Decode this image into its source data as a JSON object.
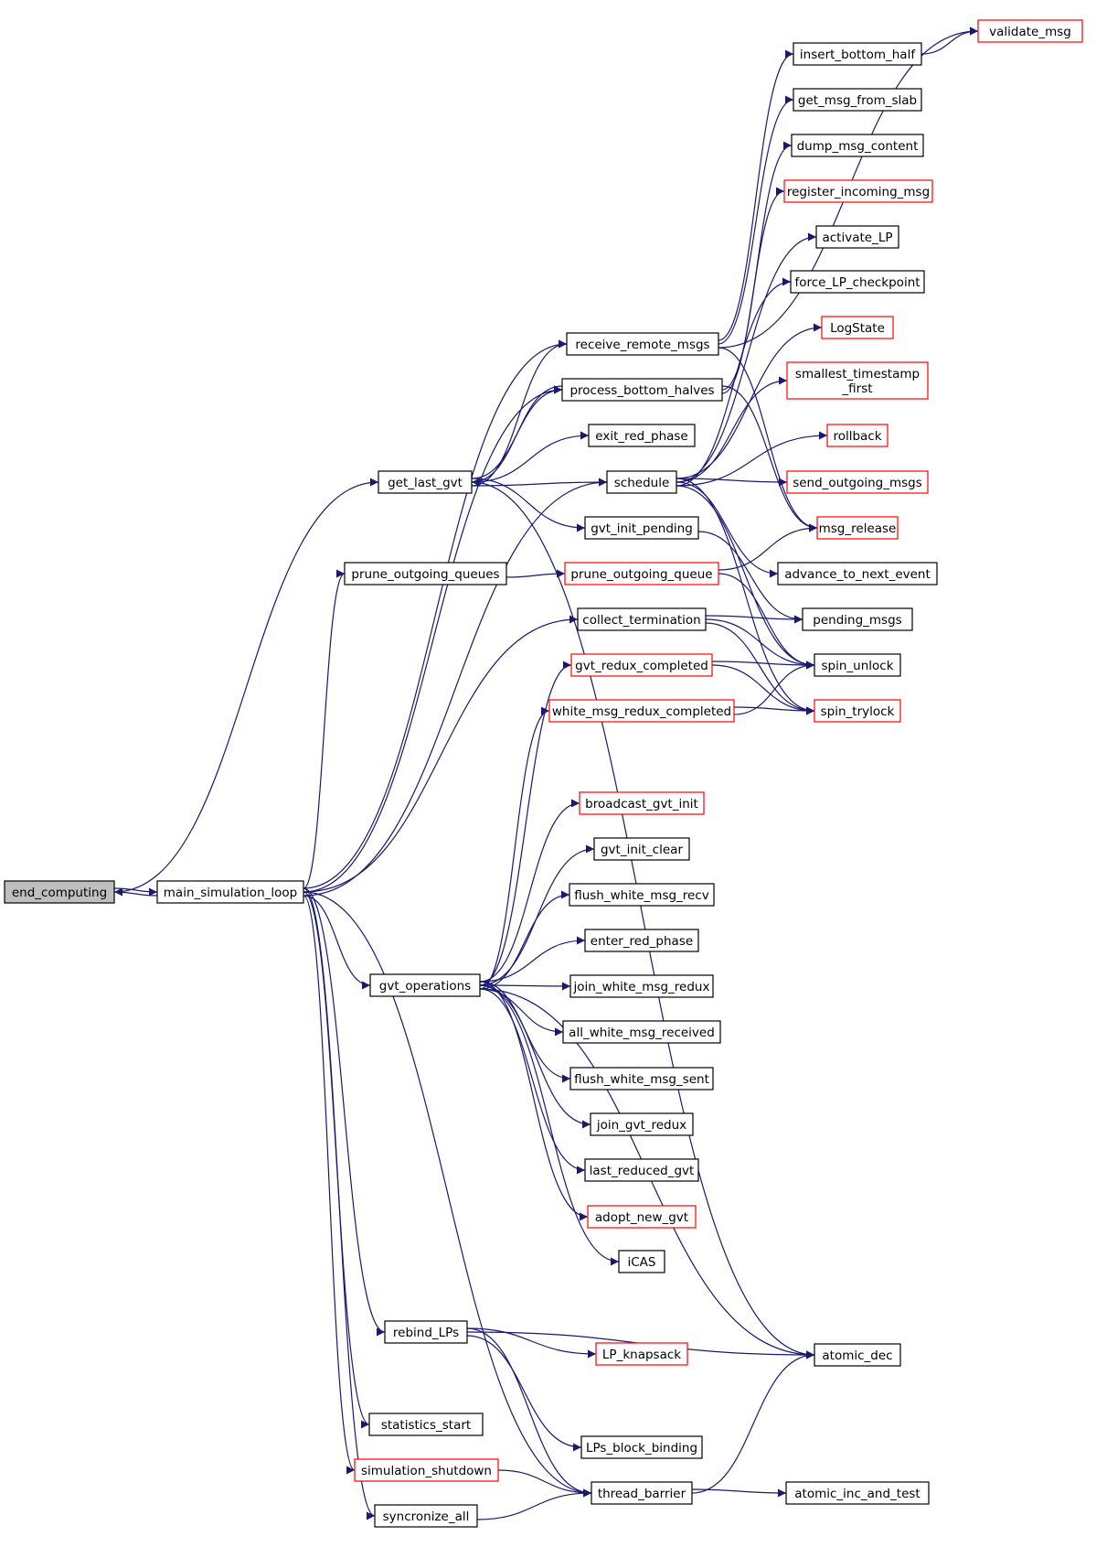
{
  "colors": {
    "edge": "#191970",
    "node_border_default": "#000000",
    "node_border_incomplete": "#ff0000",
    "node_fill_root": "#bfbfbf",
    "node_fill_default": "#ffffff"
  },
  "nodes": [
    {
      "id": "end_computing",
      "label": "end_computing",
      "style": "root"
    },
    {
      "id": "main_simulation_loop",
      "label": "main_simulation_loop",
      "style": "default"
    },
    {
      "id": "get_last_gvt",
      "label": "get_last_gvt",
      "style": "default"
    },
    {
      "id": "prune_outgoing_queues",
      "label": "prune_outgoing_queues",
      "style": "default"
    },
    {
      "id": "gvt_operations",
      "label": "gvt_operations",
      "style": "default"
    },
    {
      "id": "rebind_LPs",
      "label": "rebind_LPs",
      "style": "default"
    },
    {
      "id": "statistics_start",
      "label": "statistics_start",
      "style": "default"
    },
    {
      "id": "simulation_shutdown",
      "label": "simulation_shutdown",
      "style": "incomplete"
    },
    {
      "id": "syncronize_all",
      "label": "syncronize_all",
      "style": "default"
    },
    {
      "id": "receive_remote_msgs",
      "label": "receive_remote_msgs",
      "style": "default"
    },
    {
      "id": "process_bottom_halves",
      "label": "process_bottom_halves",
      "style": "default"
    },
    {
      "id": "exit_red_phase",
      "label": "exit_red_phase",
      "style": "default"
    },
    {
      "id": "schedule",
      "label": "schedule",
      "style": "default"
    },
    {
      "id": "gvt_init_pending",
      "label": "gvt_init_pending",
      "style": "default"
    },
    {
      "id": "prune_outgoing_queue",
      "label": "prune_outgoing_queue",
      "style": "incomplete"
    },
    {
      "id": "collect_termination",
      "label": "collect_termination",
      "style": "default"
    },
    {
      "id": "gvt_redux_completed",
      "label": "gvt_redux_completed",
      "style": "incomplete"
    },
    {
      "id": "white_msg_redux_completed",
      "label": "white_msg_redux_completed",
      "style": "incomplete"
    },
    {
      "id": "broadcast_gvt_init",
      "label": "broadcast_gvt_init",
      "style": "incomplete"
    },
    {
      "id": "gvt_init_clear",
      "label": "gvt_init_clear",
      "style": "default"
    },
    {
      "id": "flush_white_msg_recv",
      "label": "flush_white_msg_recv",
      "style": "default"
    },
    {
      "id": "enter_red_phase",
      "label": "enter_red_phase",
      "style": "default"
    },
    {
      "id": "join_white_msg_redux",
      "label": "join_white_msg_redux",
      "style": "default"
    },
    {
      "id": "all_white_msg_received",
      "label": "all_white_msg_received",
      "style": "default"
    },
    {
      "id": "flush_white_msg_sent",
      "label": "flush_white_msg_sent",
      "style": "default"
    },
    {
      "id": "join_gvt_redux",
      "label": "join_gvt_redux",
      "style": "default"
    },
    {
      "id": "last_reduced_gvt",
      "label": "last_reduced_gvt",
      "style": "default"
    },
    {
      "id": "adopt_new_gvt",
      "label": "adopt_new_gvt",
      "style": "incomplete"
    },
    {
      "id": "iCAS",
      "label": "iCAS",
      "style": "default"
    },
    {
      "id": "LP_knapsack",
      "label": "LP_knapsack",
      "style": "incomplete"
    },
    {
      "id": "LPs_block_binding",
      "label": "LPs_block_binding",
      "style": "default"
    },
    {
      "id": "thread_barrier",
      "label": "thread_barrier",
      "style": "default"
    },
    {
      "id": "validate_msg",
      "label": "validate_msg",
      "style": "incomplete"
    },
    {
      "id": "insert_bottom_half",
      "label": "insert_bottom_half",
      "style": "default"
    },
    {
      "id": "get_msg_from_slab",
      "label": "get_msg_from_slab",
      "style": "default"
    },
    {
      "id": "dump_msg_content",
      "label": "dump_msg_content",
      "style": "default"
    },
    {
      "id": "register_incoming_msg",
      "label": "register_incoming_msg",
      "style": "incomplete"
    },
    {
      "id": "activate_LP",
      "label": "activate_LP",
      "style": "default"
    },
    {
      "id": "force_LP_checkpoint",
      "label": "force_LP_checkpoint",
      "style": "default"
    },
    {
      "id": "LogState",
      "label": "LogState",
      "style": "incomplete"
    },
    {
      "id": "smallest_timestamp_first",
      "label": [
        "smallest_timestamp",
        "_first"
      ],
      "style": "incomplete"
    },
    {
      "id": "rollback",
      "label": "rollback",
      "style": "incomplete"
    },
    {
      "id": "send_outgoing_msgs",
      "label": "send_outgoing_msgs",
      "style": "incomplete"
    },
    {
      "id": "msg_release",
      "label": "msg_release",
      "style": "incomplete"
    },
    {
      "id": "advance_to_next_event",
      "label": "advance_to_next_event",
      "style": "default"
    },
    {
      "id": "pending_msgs",
      "label": "pending_msgs",
      "style": "default"
    },
    {
      "id": "spin_unlock",
      "label": "spin_unlock",
      "style": "default"
    },
    {
      "id": "spin_trylock",
      "label": "spin_trylock",
      "style": "incomplete"
    },
    {
      "id": "atomic_dec",
      "label": "atomic_dec",
      "style": "default"
    },
    {
      "id": "atomic_inc_and_test",
      "label": "atomic_inc_and_test",
      "style": "default"
    }
  ],
  "edges": [
    [
      "end_computing",
      "main_simulation_loop"
    ],
    [
      "end_computing",
      "get_last_gvt"
    ],
    [
      "main_simulation_loop",
      "end_computing"
    ],
    [
      "main_simulation_loop",
      "receive_remote_msgs"
    ],
    [
      "main_simulation_loop",
      "process_bottom_halves"
    ],
    [
      "main_simulation_loop",
      "schedule"
    ],
    [
      "main_simulation_loop",
      "prune_outgoing_queues"
    ],
    [
      "main_simulation_loop",
      "collect_termination"
    ],
    [
      "main_simulation_loop",
      "gvt_operations"
    ],
    [
      "main_simulation_loop",
      "rebind_LPs"
    ],
    [
      "main_simulation_loop",
      "statistics_start"
    ],
    [
      "main_simulation_loop",
      "simulation_shutdown"
    ],
    [
      "main_simulation_loop",
      "syncronize_all"
    ],
    [
      "main_simulation_loop",
      "thread_barrier"
    ],
    [
      "get_last_gvt",
      "receive_remote_msgs"
    ],
    [
      "get_last_gvt",
      "process_bottom_halves"
    ],
    [
      "get_last_gvt",
      "exit_red_phase"
    ],
    [
      "get_last_gvt",
      "schedule"
    ],
    [
      "get_last_gvt",
      "gvt_init_pending"
    ],
    [
      "get_last_gvt",
      "atomic_dec"
    ],
    [
      "receive_remote_msgs",
      "validate_msg"
    ],
    [
      "receive_remote_msgs",
      "insert_bottom_half"
    ],
    [
      "receive_remote_msgs",
      "get_msg_from_slab"
    ],
    [
      "receive_remote_msgs",
      "msg_release"
    ],
    [
      "process_bottom_halves",
      "get_last_gvt"
    ],
    [
      "process_bottom_halves",
      "dump_msg_content"
    ],
    [
      "process_bottom_halves",
      "register_incoming_msg"
    ],
    [
      "process_bottom_halves",
      "msg_release"
    ],
    [
      "schedule",
      "activate_LP"
    ],
    [
      "schedule",
      "force_LP_checkpoint"
    ],
    [
      "schedule",
      "LogState"
    ],
    [
      "schedule",
      "smallest_timestamp_first"
    ],
    [
      "schedule",
      "rollback"
    ],
    [
      "schedule",
      "send_outgoing_msgs"
    ],
    [
      "schedule",
      "advance_to_next_event"
    ],
    [
      "schedule",
      "spin_unlock"
    ],
    [
      "schedule",
      "spin_trylock"
    ],
    [
      "insert_bottom_half",
      "validate_msg"
    ],
    [
      "prune_outgoing_queues",
      "prune_outgoing_queue"
    ],
    [
      "prune_outgoing_queue",
      "msg_release"
    ],
    [
      "prune_outgoing_queue",
      "spin_unlock"
    ],
    [
      "gvt_init_pending",
      "pending_msgs"
    ],
    [
      "collect_termination",
      "pending_msgs"
    ],
    [
      "collect_termination",
      "spin_unlock"
    ],
    [
      "collect_termination",
      "spin_trylock"
    ],
    [
      "gvt_redux_completed",
      "spin_unlock"
    ],
    [
      "gvt_redux_completed",
      "spin_trylock"
    ],
    [
      "white_msg_redux_completed",
      "spin_unlock"
    ],
    [
      "white_msg_redux_completed",
      "spin_trylock"
    ],
    [
      "gvt_operations",
      "gvt_redux_completed"
    ],
    [
      "gvt_operations",
      "white_msg_redux_completed"
    ],
    [
      "gvt_operations",
      "broadcast_gvt_init"
    ],
    [
      "gvt_operations",
      "gvt_init_clear"
    ],
    [
      "gvt_operations",
      "flush_white_msg_recv"
    ],
    [
      "gvt_operations",
      "enter_red_phase"
    ],
    [
      "gvt_operations",
      "join_white_msg_redux"
    ],
    [
      "gvt_operations",
      "all_white_msg_received"
    ],
    [
      "gvt_operations",
      "flush_white_msg_sent"
    ],
    [
      "gvt_operations",
      "join_gvt_redux"
    ],
    [
      "gvt_operations",
      "last_reduced_gvt"
    ],
    [
      "gvt_operations",
      "adopt_new_gvt"
    ],
    [
      "gvt_operations",
      "iCAS"
    ],
    [
      "gvt_operations",
      "atomic_dec"
    ],
    [
      "rebind_LPs",
      "LP_knapsack"
    ],
    [
      "rebind_LPs",
      "atomic_dec"
    ],
    [
      "rebind_LPs",
      "LPs_block_binding"
    ],
    [
      "rebind_LPs",
      "thread_barrier"
    ],
    [
      "simulation_shutdown",
      "thread_barrier"
    ],
    [
      "syncronize_all",
      "thread_barrier"
    ],
    [
      "thread_barrier",
      "atomic_inc_and_test"
    ],
    [
      "thread_barrier",
      "atomic_dec"
    ]
  ]
}
